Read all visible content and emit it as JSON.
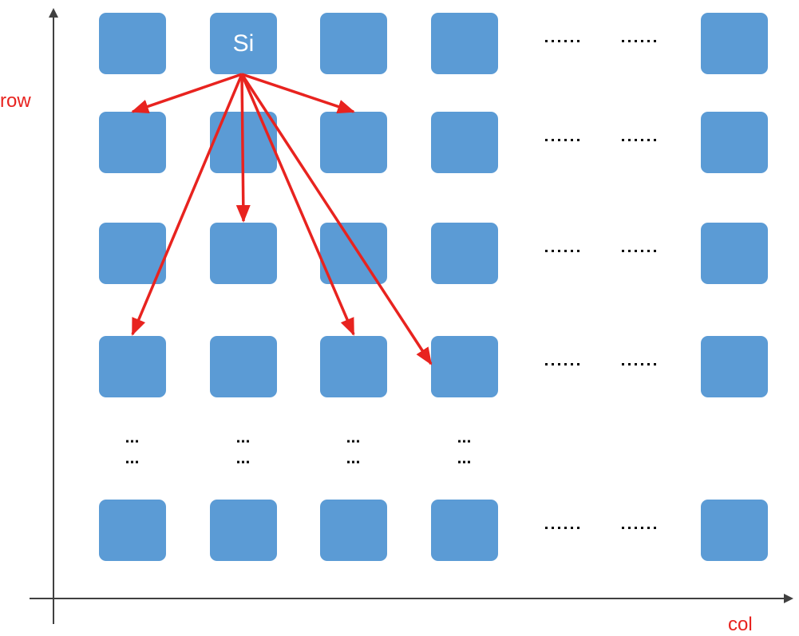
{
  "axes": {
    "row_label": "row",
    "col_label": "col"
  },
  "source_cell_label": "Si",
  "colors": {
    "cell": "#5b9bd5",
    "arrow": "#e8231f",
    "axis": "#404040",
    "dots": "#000000"
  },
  "grid": {
    "rows_shown": 6,
    "source_cell": {
      "row": 1,
      "col": 2
    },
    "arrow_targets": [
      {
        "row": 2,
        "col": 1
      },
      {
        "row": 2,
        "col": 3
      },
      {
        "row": 3,
        "col": 2
      },
      {
        "row": 4,
        "col": 1
      },
      {
        "row": 4,
        "col": 3
      },
      {
        "row": 4,
        "col": 4
      }
    ]
  }
}
